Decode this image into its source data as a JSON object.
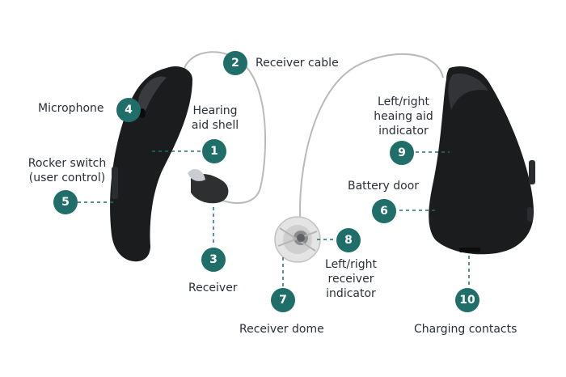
{
  "colors": {
    "badge": "#1f6e6a",
    "leader": "#1f6e6a",
    "device": "#1b1c1e",
    "dome": "#d8d8d8",
    "text": "#2a2e38"
  },
  "callouts": [
    {
      "num": "1",
      "label": "Hearing\naid shell"
    },
    {
      "num": "2",
      "label": "Receiver cable"
    },
    {
      "num": "3",
      "label": "Receiver"
    },
    {
      "num": "4",
      "label": "Microphone"
    },
    {
      "num": "5",
      "label": "Rocker switch\n(user control)"
    },
    {
      "num": "6",
      "label": "Battery door"
    },
    {
      "num": "7",
      "label": "Receiver dome"
    },
    {
      "num": "8",
      "label": "Left/right\nreceiver\nindicator"
    },
    {
      "num": "9",
      "label": "Left/right\nheaing aid\nindicator"
    },
    {
      "num": "10",
      "label": "Charging contacts"
    }
  ]
}
